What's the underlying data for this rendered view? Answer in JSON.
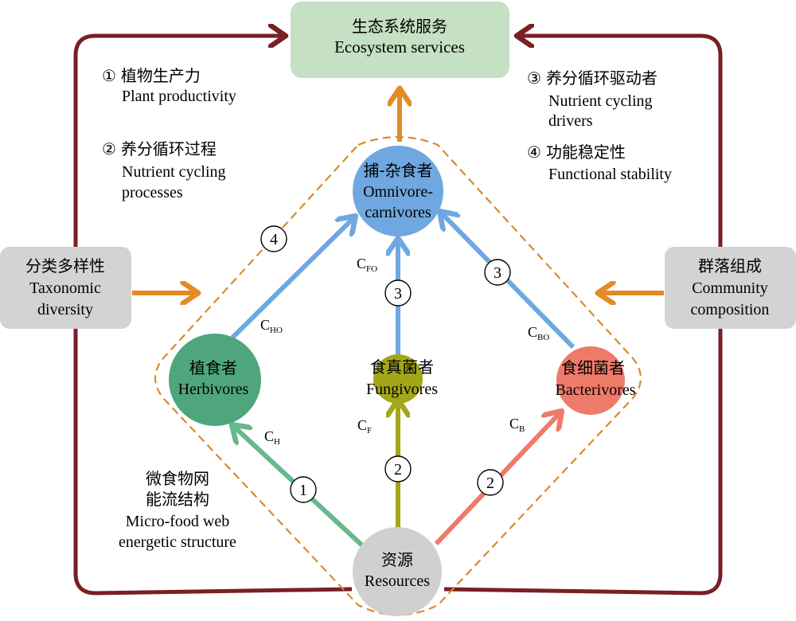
{
  "ecosystem_services": {
    "zh": "生态系统服务",
    "en": "Ecosystem services"
  },
  "legend_left": [
    {
      "num": "①",
      "zh": "植物生产力",
      "en": [
        "Plant productivity"
      ]
    },
    {
      "num": "②",
      "zh": "养分循环过程",
      "en": [
        "Nutrient cycling",
        "processes"
      ]
    }
  ],
  "legend_right": [
    {
      "num": "③",
      "zh": "养分循环驱动者",
      "en": [
        "Nutrient cycling",
        "drivers"
      ]
    },
    {
      "num": "④",
      "zh": "功能稳定性",
      "en": [
        "Functional stability"
      ]
    }
  ],
  "taxonomic": {
    "zh": "分类多样性",
    "en": [
      "Taxonomic",
      "diversity"
    ]
  },
  "community": {
    "zh": "群落组成",
    "en": [
      "Community",
      "composition"
    ]
  },
  "nodes": {
    "omnivore": {
      "zh": "捕-杂食者",
      "en": [
        "Omnivore-",
        "carnivores"
      ]
    },
    "herbivore": {
      "zh": "植食者",
      "en": [
        "Herbivores"
      ]
    },
    "fungivore": {
      "zh": "食真菌者",
      "en": [
        "Fungivores"
      ]
    },
    "bacterivore": {
      "zh": "食细菌者",
      "en": [
        "Bacterivores"
      ]
    },
    "resources": {
      "zh": "资源",
      "en": [
        "Resources"
      ]
    }
  },
  "flows": {
    "ch": {
      "main": "C",
      "sub": "H"
    },
    "cf": {
      "main": "C",
      "sub": "F"
    },
    "cb": {
      "main": "C",
      "sub": "B"
    },
    "cho": {
      "main": "C",
      "sub": "HO"
    },
    "cfo": {
      "main": "C",
      "sub": "FO"
    },
    "cbo": {
      "main": "C",
      "sub": "BO"
    }
  },
  "badges": {
    "herb_res": "1",
    "fung_res": "2",
    "bact_res": "2",
    "fung_omni": "3",
    "bact_omni": "3",
    "herb_omni": "4"
  },
  "microfood": {
    "zh": [
      "微食物网",
      "能流结构"
    ],
    "en": [
      "Micro-food web",
      "energetic structure"
    ]
  },
  "colors": {
    "feedback_loop": "#7a1f24",
    "orange_arrow": "#e48a26",
    "dashed_border": "#d98a2e",
    "green_box": "#c5e0c2",
    "gray_box": "#d3d3d3",
    "omnivore": "#6fa8e0",
    "herbivore": "#4fa67c",
    "fungivore": "#a3a617",
    "bacterivore": "#ee7a6a",
    "resources": "#d0d0d0",
    "blue_arrow": "#6fa8e0",
    "green_arrow": "#66b88d",
    "olive_arrow": "#a3a617",
    "salmon_arrow": "#ee7a6a"
  }
}
